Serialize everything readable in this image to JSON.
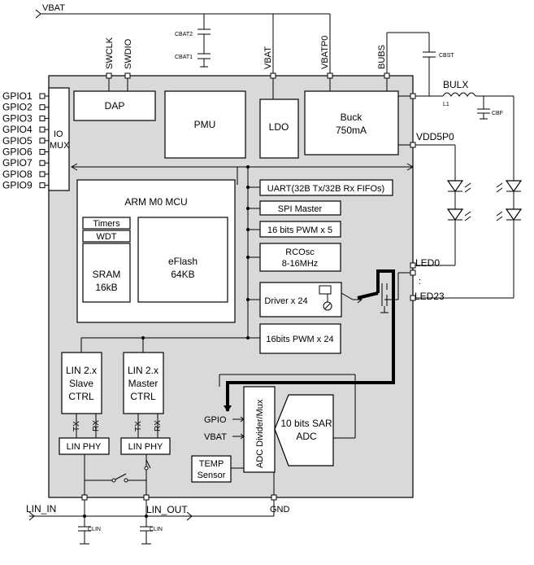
{
  "supply": {
    "vbat": "VBAT"
  },
  "caps": {
    "cbat2": "CBAT2",
    "cbat1": "CBAT1",
    "cbst": "CBST",
    "cbf": "CBF",
    "l1": "L1",
    "clin": "CLIN"
  },
  "pins_top": {
    "swclk": "SWCLK",
    "swdio": "SWDIO",
    "vbat": "VBAT",
    "vbatp0": "VBATP0",
    "bubs": "BUBS"
  },
  "gpio_pins": [
    "GPIO1",
    "GPIO2",
    "GPIO3",
    "GPIO4",
    "GPIO5",
    "GPIO6",
    "GPIO7",
    "GPIO8",
    "GPIO9"
  ],
  "blocks": {
    "io": "IO",
    "mux": "MUX",
    "dap": "DAP",
    "pmu": "PMU",
    "ldo": "LDO",
    "buck_line1": "Buck",
    "buck_line2": "750mA",
    "mcu": "ARM M0 MCU",
    "timers": "Timers",
    "wdt": "WDT",
    "sram_line1": "SRAM",
    "sram_line2": "16kB",
    "eflash_line1": "eFlash",
    "eflash_line2": "64KB",
    "uart": "UART(32B Tx/32B Rx FIFOs)",
    "spi": "SPI Master",
    "pwm5": "16 bits PWM x 5",
    "rcosc_line1": "RCOsc",
    "rcosc_line2": "8-16MHz",
    "driver": "Driver x 24",
    "pwm24": "16bits PWM x 24",
    "lin_slave_line1": "LIN 2.x",
    "lin_slave_line2": "Slave",
    "lin_slave_line3": "CTRL",
    "lin_master_line1": "LIN 2.x",
    "lin_master_line2": "Master",
    "lin_master_line3": "CTRL",
    "tx": "TX",
    "rx": "RX",
    "lin_phy": "LIN PHY",
    "adc_mux": "ADC Divider/Mux",
    "adc_line1": "10 bits SAR",
    "adc_line2": "ADC",
    "temp_line1": "TEMP",
    "temp_line2": "Sensor"
  },
  "right_pins": {
    "bulx": "BULX",
    "vdd5p0": "VDD5P0",
    "led0": "LED0",
    "ellipsis": ":",
    "led23": "LED23"
  },
  "adc_inputs": {
    "gpio": "GPIO",
    "vbat": "VBAT"
  },
  "bottom_pins": {
    "lin_in": "LIN_IN",
    "lin_out": "LIN_OUT",
    "gnd": "GND"
  }
}
